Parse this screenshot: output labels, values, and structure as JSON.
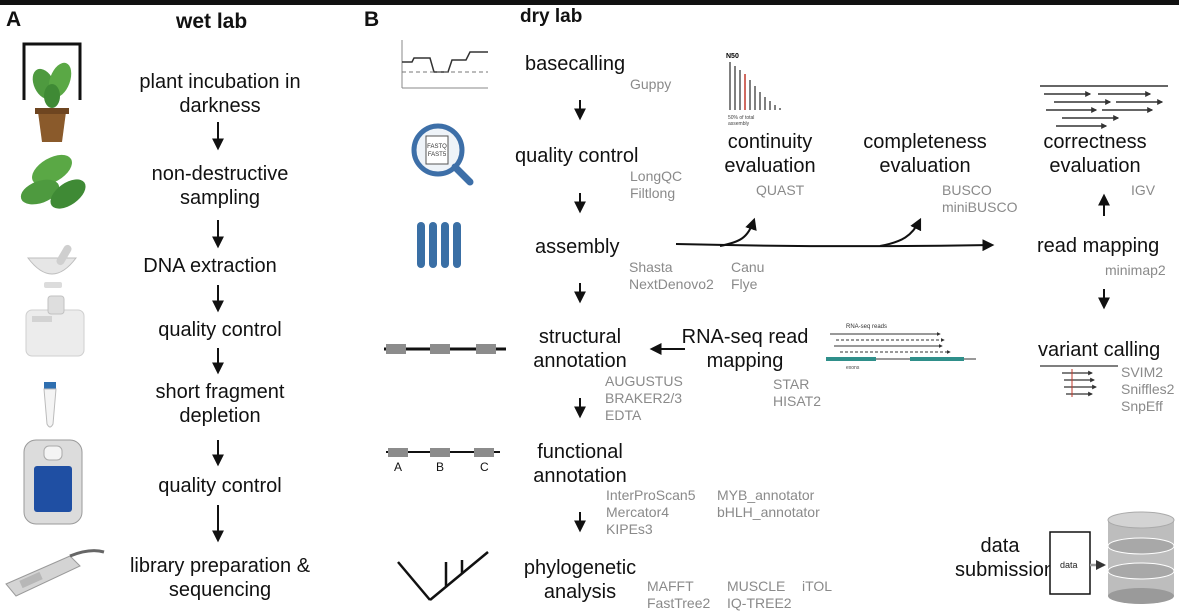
{
  "panel_a": {
    "letter": "A",
    "heading": "wet lab",
    "steps": [
      {
        "text": "plant incubation in\ndarkness"
      },
      {
        "text": "non-destructive\nsampling"
      },
      {
        "text": "DNA extraction"
      },
      {
        "text": "quality control"
      },
      {
        "text": "short fragment\ndepletion"
      },
      {
        "text": "quality control"
      },
      {
        "text": "library preparation &\nsequencing"
      }
    ]
  },
  "panel_b": {
    "letter": "B",
    "heading": "dry lab",
    "basecalling": {
      "label": "basecalling",
      "tools": "Guppy"
    },
    "qc": {
      "label": "quality control",
      "tools": "LongQC\nFiltlong"
    },
    "assembly": {
      "label": "assembly",
      "tools_a": "Shasta\nNextDenovo2",
      "tools_b": "Canu\nFlye"
    },
    "continuity": {
      "label": "continuity\nevaluation",
      "tools": "QUAST",
      "plot_title": "N50",
      "plot_note": "50% of total\nassembly"
    },
    "completeness": {
      "label": "completeness\nevaluation",
      "tools": "BUSCO\nminiBUSCO"
    },
    "correctness": {
      "label": "correctness\nevaluation",
      "tools": "IGV"
    },
    "read_mapping": {
      "label": "read mapping",
      "tools": "minimap2"
    },
    "variant_calling": {
      "label": "variant calling",
      "tools": "SVIM2\nSniffles2\nSnpEff"
    },
    "rnaseq": {
      "label": "RNA-seq read\nmapping",
      "tools": "STAR\nHISAT2",
      "plot_title": "RNA-seq reads",
      "plot_note": "exons"
    },
    "structural": {
      "label": "structural\nannotation",
      "tools": "AUGUSTUS\nBRAKER2/3\nEDTA"
    },
    "functional": {
      "label": "functional\nannotation",
      "tools_a": "InterProScan5\nMercator4\nKIPEs3",
      "tools_b": "MYB_annotator\nbHLH_annotator",
      "domains": [
        "A",
        "B",
        "C"
      ]
    },
    "phylo": {
      "label": "phylogenetic\nanalysis",
      "tools_a": "MAFFT\nFastTree2",
      "tools_b": "MUSCLE\nIQ-TREE2",
      "tools_c": "iTOL"
    },
    "submission": {
      "label": "data\nsubmission",
      "box": "data"
    },
    "fastq_icon": "FASTQ\nFAST5"
  },
  "colors": {
    "text": "#111111",
    "tool_gray": "#8a8a8a",
    "leaf_green": "#4e9a3f",
    "pot_brown": "#8a5a2b",
    "magnifier_blue": "#3d6fa8",
    "chromosome_blue": "#3a6fa5",
    "exon_gray": "#8c8c8c",
    "db_gray": "#9a9a9a"
  }
}
